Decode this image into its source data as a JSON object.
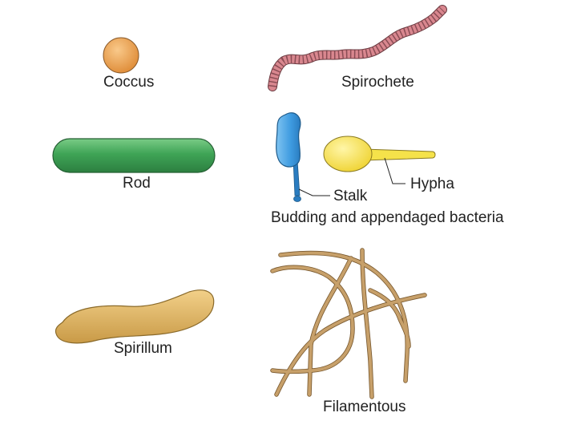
{
  "labels": {
    "coccus": "Coccus",
    "spirochete": "Spirochete",
    "rod": "Rod",
    "stalk": "Stalk",
    "hypha": "Hypha",
    "budding": "Budding and appendaged bacteria",
    "spirillum": "Spirillum",
    "filamentous": "Filamentous"
  },
  "colors": {
    "coccus": "#F2A65A",
    "spirochete": "#D9878F",
    "rod": "#3FA456",
    "budding_cell": "#3E9BE0",
    "hypha_cell": "#F5E24A",
    "spirillum": "#E3B866",
    "filaments": "#C7A06A",
    "outline": "#4a3a2a"
  }
}
